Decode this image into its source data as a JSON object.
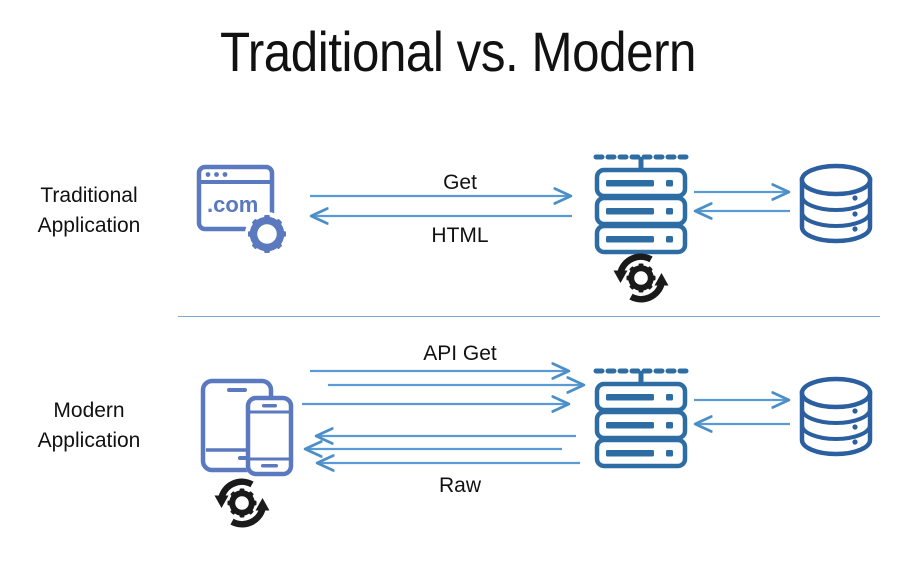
{
  "title": "Traditional vs. Modern",
  "colors": {
    "title_text": "#111111",
    "client_icon": "#5B79BE",
    "server_icon": "#2E6DA4",
    "database_icon": "#2B5FA0",
    "arrow": "#5B9BD5",
    "arrow_dark": "#3E7CB1",
    "divider": "#7FA9C7",
    "gear_refresh": "#1A1A1A",
    "background": "#FFFFFF"
  },
  "rows": {
    "traditional": {
      "label_line1": "Traditional",
      "label_line2": "Application",
      "client_icon_name": "browser-window-icon",
      "client_icon_text": ".com",
      "server_icon_name": "server-rack-icon",
      "database_icon_name": "database-cylinder-icon",
      "processing_icon_name": "gear-refresh-icon",
      "processing_location": "server",
      "request_label": "Get",
      "response_label": "HTML",
      "request_arrow_count": 1,
      "response_arrow_count": 1
    },
    "modern": {
      "label_line1": "Modern",
      "label_line2": "Application",
      "client_icon_name": "tablet-and-phone-icon",
      "server_icon_name": "server-rack-icon",
      "database_icon_name": "database-cylinder-icon",
      "processing_icon_name": "gear-refresh-icon",
      "processing_location": "client",
      "request_label": "API Get",
      "response_label": "Raw",
      "request_arrow_count": 3,
      "response_arrow_count": 3
    }
  },
  "server_db_link": {
    "forward_arrow_name": "server-to-database-arrow",
    "return_arrow_name": "database-to-server-arrow",
    "label": ""
  }
}
